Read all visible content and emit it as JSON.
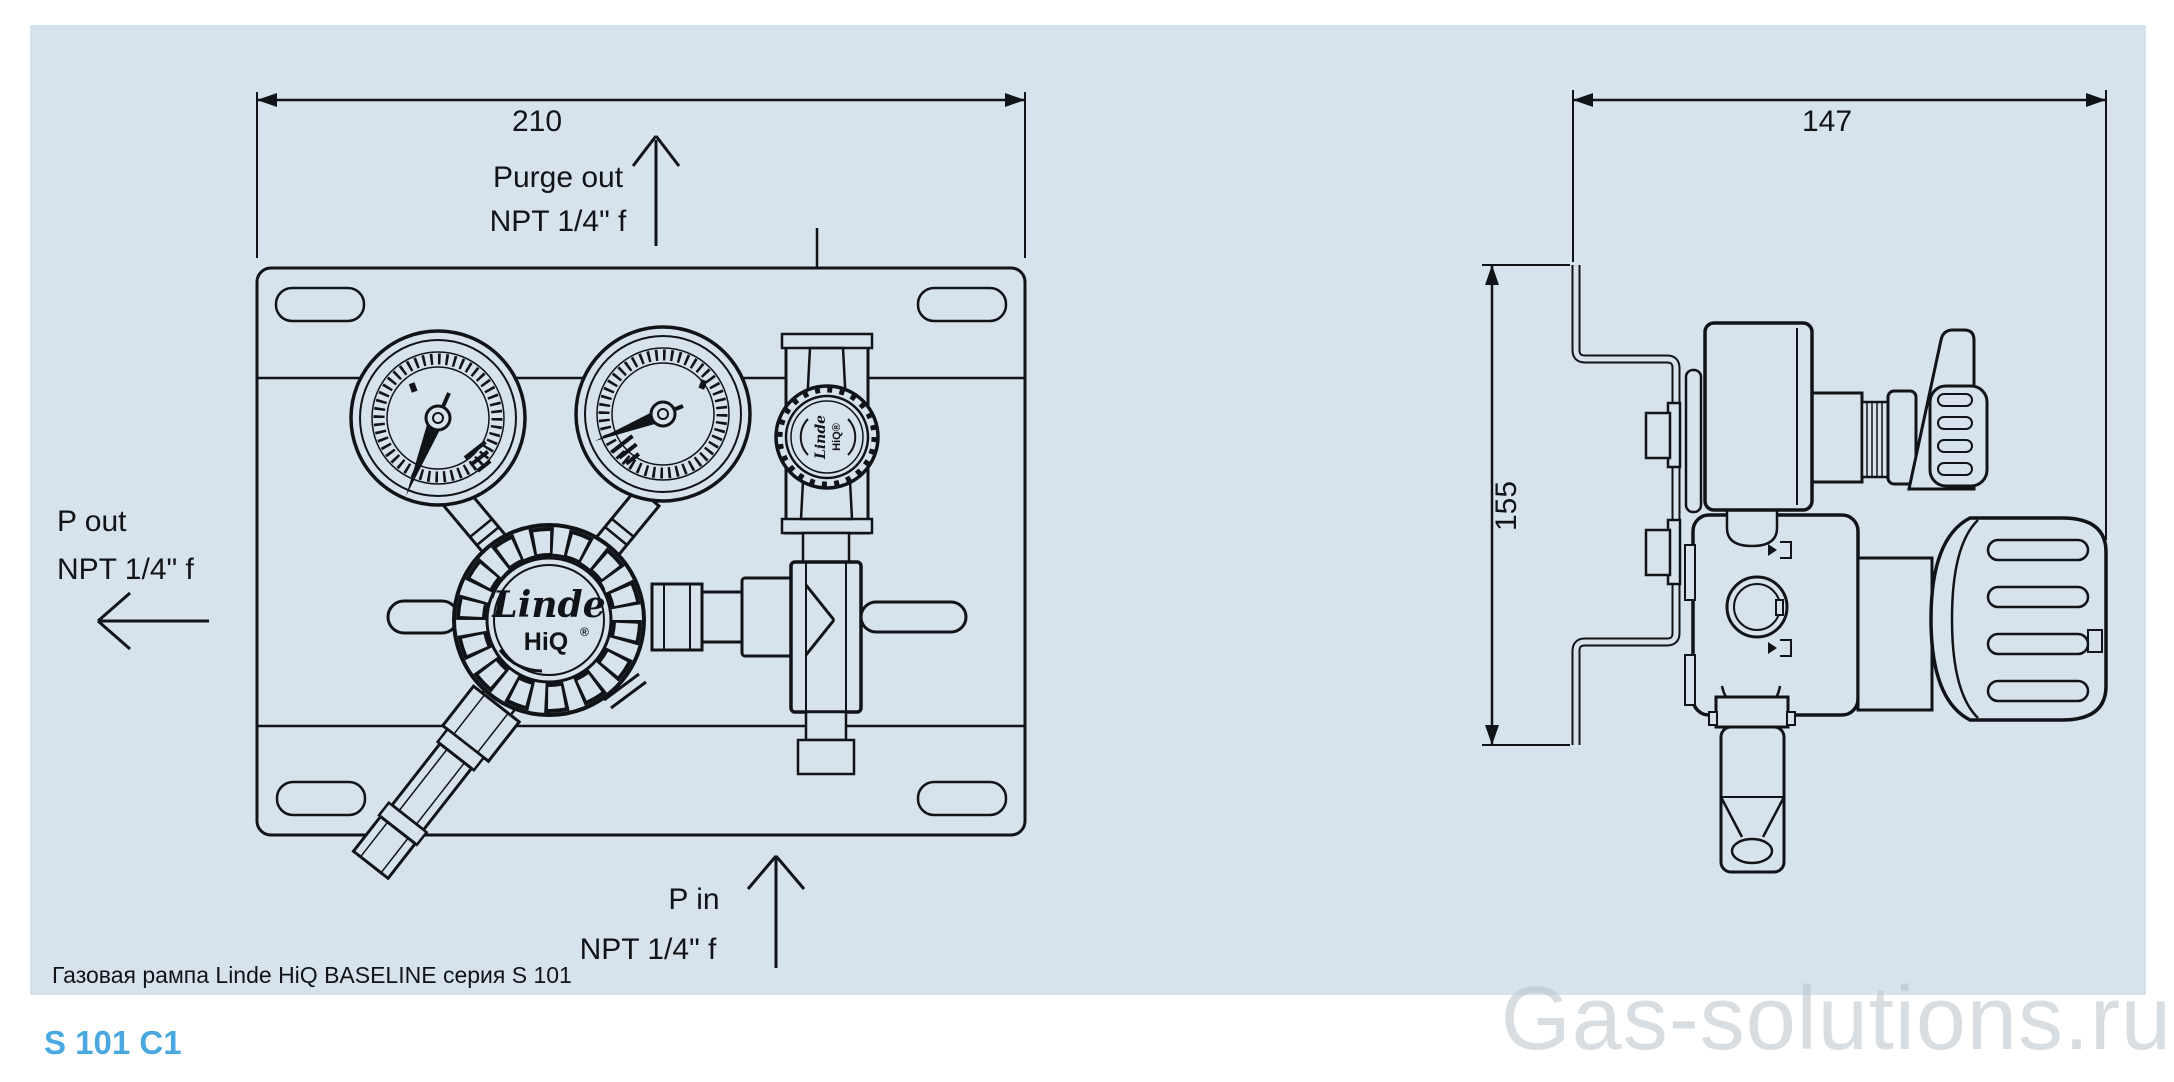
{
  "colors": {
    "panel_bg": "#d7e3ec",
    "line": "#101418",
    "accent": "#4aa8e0",
    "watermark_color": "#b9c2cb"
  },
  "front_view": {
    "width_dim": "210",
    "purge": {
      "label": "Purge out",
      "port": "NPT 1/4\" f"
    },
    "outlet": {
      "label": "P out",
      "port": "NPT 1/4\" f"
    },
    "inlet": {
      "label": "P in",
      "port": "NPT 1/4\" f"
    },
    "regulator_logo": {
      "brand": "Linde",
      "series": "HiQ",
      "mark": "®"
    },
    "purge_valve_logo": {
      "brand": "Linde",
      "series": "HiQ®"
    }
  },
  "side_view": {
    "width_dim": "147",
    "height_dim": "155"
  },
  "footer": {
    "caption": "Газовая рампа Linde HiQ BASELINE серия S 101",
    "product_code": "S 101 C1"
  },
  "watermark": "Gas-solutions.ru"
}
